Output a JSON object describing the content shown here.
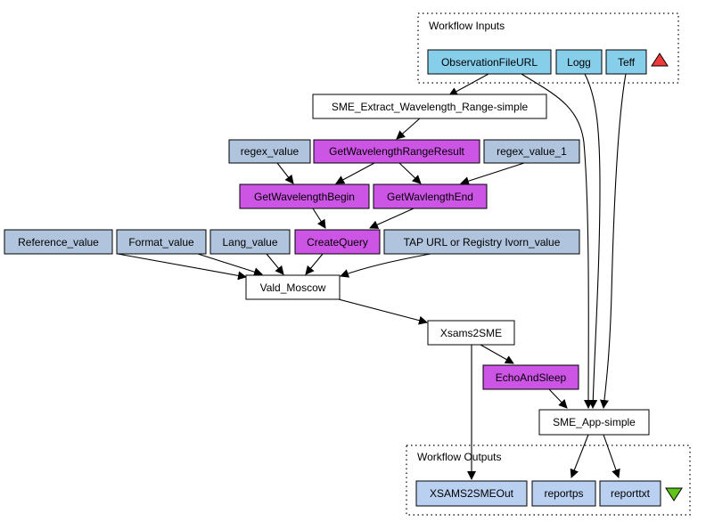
{
  "colors": {
    "input_port": "#87ceeb",
    "processor_white": "#ffffff",
    "constant": "#b0c4de",
    "beanshell": "#cd55e5",
    "output_port": "#b9d0f0",
    "input_triangle": "#ee3a3a",
    "output_triangle": "#5ec41a"
  },
  "clusters": {
    "inputs": {
      "label": "Workflow Inputs",
      "icon": "red-up-triangle-icon"
    },
    "outputs": {
      "label": "Workflow Outputs",
      "icon": "green-down-triangle-icon"
    }
  },
  "nodes": {
    "observationfileurl": {
      "label": "ObservationFileURL",
      "kind": "input_port"
    },
    "logg": {
      "label": "Logg",
      "kind": "input_port"
    },
    "teff": {
      "label": "Teff",
      "kind": "input_port"
    },
    "sme_extract": {
      "label": "SME_Extract_Wavelength_Range-simple",
      "kind": "processor_white"
    },
    "regex_value": {
      "label": "regex_value",
      "kind": "constant"
    },
    "getwavelengthrangeresult": {
      "label": "GetWavelengthRangeResult",
      "kind": "beanshell"
    },
    "regex_value_1": {
      "label": "regex_value_1",
      "kind": "constant"
    },
    "getwavelengthbegin": {
      "label": "GetWavelengthBegin",
      "kind": "beanshell"
    },
    "getwavlengthend": {
      "label": "GetWavlengthEnd",
      "kind": "beanshell"
    },
    "reference_value": {
      "label": "Reference_value",
      "kind": "constant"
    },
    "format_value": {
      "label": "Format_value",
      "kind": "constant"
    },
    "lang_value": {
      "label": "Lang_value",
      "kind": "constant"
    },
    "createquery": {
      "label": "CreateQuery",
      "kind": "beanshell"
    },
    "tap_url": {
      "label": "TAP URL or Registry Ivorn_value",
      "kind": "constant"
    },
    "vald_moscow": {
      "label": "Vald_Moscow",
      "kind": "processor_white"
    },
    "xsams2sme": {
      "label": "Xsams2SME",
      "kind": "processor_white"
    },
    "echoandsleep": {
      "label": "EchoAndSleep",
      "kind": "beanshell"
    },
    "sme_app": {
      "label": "SME_App-simple",
      "kind": "processor_white"
    },
    "xsams2smeout": {
      "label": "XSAMS2SMEOut",
      "kind": "output_port"
    },
    "reportps": {
      "label": "reportps",
      "kind": "output_port"
    },
    "reporttxt": {
      "label": "reporttxt",
      "kind": "output_port"
    }
  },
  "edges": [
    {
      "from": "observationfileurl",
      "to": "sme_extract"
    },
    {
      "from": "observationfileurl",
      "to": "sme_app"
    },
    {
      "from": "logg",
      "to": "sme_app"
    },
    {
      "from": "teff",
      "to": "sme_app"
    },
    {
      "from": "sme_extract",
      "to": "getwavelengthrangeresult"
    },
    {
      "from": "regex_value",
      "to": "getwavelengthbegin"
    },
    {
      "from": "getwavelengthrangeresult",
      "to": "getwavelengthbegin"
    },
    {
      "from": "getwavelengthrangeresult",
      "to": "getwavlengthend"
    },
    {
      "from": "regex_value_1",
      "to": "getwavlengthend"
    },
    {
      "from": "getwavelengthbegin",
      "to": "createquery"
    },
    {
      "from": "getwavlengthend",
      "to": "createquery"
    },
    {
      "from": "reference_value",
      "to": "vald_moscow"
    },
    {
      "from": "format_value",
      "to": "vald_moscow"
    },
    {
      "from": "lang_value",
      "to": "vald_moscow"
    },
    {
      "from": "createquery",
      "to": "vald_moscow"
    },
    {
      "from": "tap_url",
      "to": "vald_moscow"
    },
    {
      "from": "vald_moscow",
      "to": "xsams2sme"
    },
    {
      "from": "xsams2sme",
      "to": "echoandsleep"
    },
    {
      "from": "xsams2sme",
      "to": "xsams2smeout"
    },
    {
      "from": "echoandsleep",
      "to": "sme_app"
    },
    {
      "from": "sme_app",
      "to": "reportps"
    },
    {
      "from": "sme_app",
      "to": "reporttxt"
    }
  ]
}
